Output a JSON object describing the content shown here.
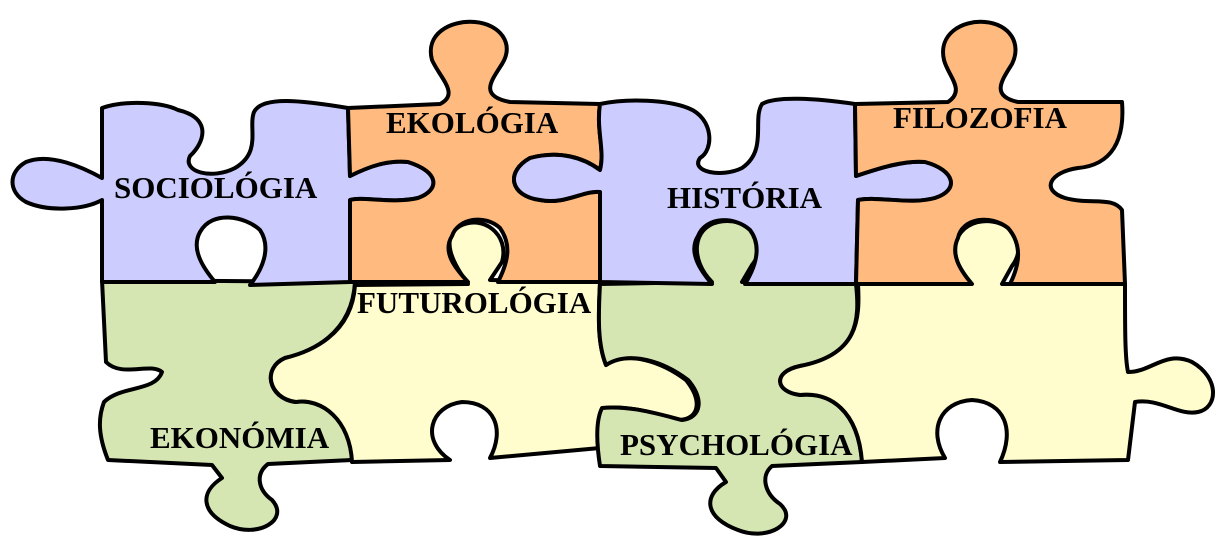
{
  "colors": {
    "purple": "#CCCCFF",
    "orange": "#FFBB7F",
    "green": "#D6E6B3",
    "yellow": "#FFFDCE"
  },
  "pieces": [
    {
      "id": "sociologia",
      "label": "SOCIOLÓGIA",
      "color": "purple"
    },
    {
      "id": "ekologia",
      "label": "EKOLÓGIA",
      "color": "orange"
    },
    {
      "id": "historia",
      "label": "HISTÓRIA",
      "color": "purple"
    },
    {
      "id": "filozofia",
      "label": "FILOZOFIA",
      "color": "orange"
    },
    {
      "id": "ekonomia",
      "label": "EKONÓMIA",
      "color": "green"
    },
    {
      "id": "futurologia",
      "label": "FUTUROLÓGIA",
      "color": "yellow"
    },
    {
      "id": "psychologia",
      "label": "PSYCHOLÓGIA",
      "color": "green"
    },
    {
      "id": "blank",
      "label": "",
      "color": "yellow"
    }
  ]
}
